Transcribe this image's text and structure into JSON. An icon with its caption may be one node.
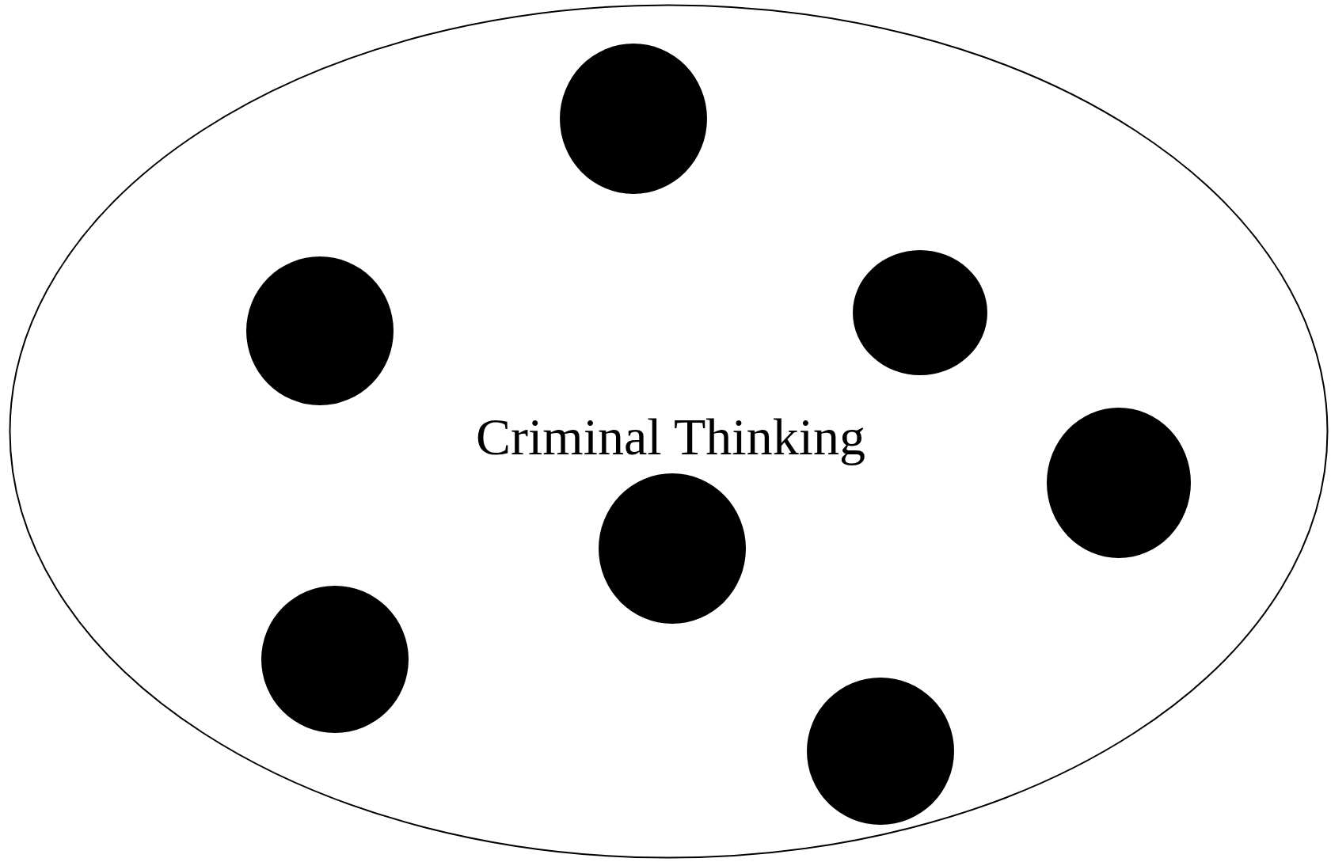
{
  "diagram": {
    "nodes": [
      {
        "text": [
          "Criminal Thinking"
        ]
      },
      {
        "text": [],
        "shape": "circle",
        "in": 0
      },
      {
        "text": [],
        "shape": "circle",
        "in": 0
      },
      {
        "text": [],
        "shape": "circle",
        "in": 0
      },
      {
        "text": [],
        "shape": "circle",
        "in": 0
      },
      {
        "text": [],
        "shape": "circle",
        "in": 0
      },
      {
        "text": [],
        "shape": "circle",
        "in": 0
      },
      {
        "text": [],
        "shape": "circle",
        "in": 0
      }
    ]
  }
}
